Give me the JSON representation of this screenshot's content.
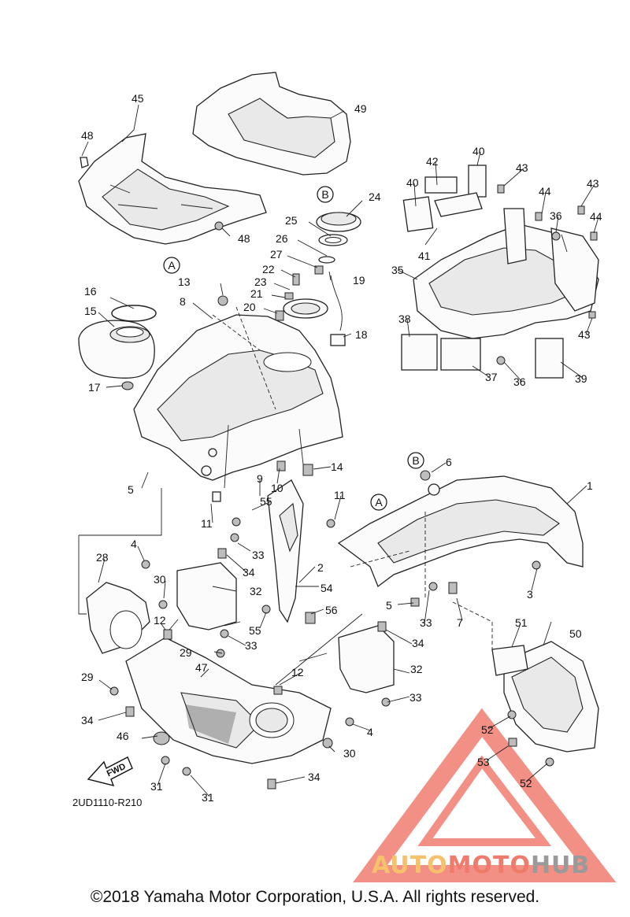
{
  "diagram": {
    "code": "2UD1110-R210",
    "copyright": "©2018 Yamaha Motor Corporation, U.S.A. All rights reserved.",
    "forward_label": "FWD",
    "reference_markers": [
      "A",
      "B"
    ],
    "callouts": {
      "c1": "1",
      "c2": "2",
      "c3": "3",
      "c4a": "4",
      "c4b": "4",
      "c5a": "5",
      "c5b": "5",
      "c6": "6",
      "c7": "7",
      "c8": "8",
      "c9": "9",
      "c10": "10",
      "c11a": "11",
      "c11b": "11",
      "c12a": "12",
      "c12b": "12",
      "c13": "13",
      "c14": "14",
      "c15": "15",
      "c16": "16",
      "c17": "17",
      "c18": "18",
      "c19": "19",
      "c20": "20",
      "c21": "21",
      "c22": "22",
      "c23": "23",
      "c24": "24",
      "c25": "25",
      "c26": "26",
      "c27": "27",
      "c28": "28",
      "c29a": "29",
      "c29b": "29",
      "c30a": "30",
      "c30b": "30",
      "c31a": "31",
      "c31b": "31",
      "c32a": "32",
      "c32b": "32",
      "c33a": "33",
      "c33b": "33",
      "c33c": "33",
      "c33d": "33",
      "c34a": "34",
      "c34b": "34",
      "c34c": "34",
      "c34d": "34",
      "c35": "35",
      "c36a": "36",
      "c36b": "36",
      "c37": "37",
      "c38": "38",
      "c39": "39",
      "c40a": "40",
      "c40b": "40",
      "c41": "41",
      "c42": "42",
      "c43a": "43",
      "c43b": "43",
      "c43c": "43",
      "c44a": "44",
      "c44b": "44",
      "c45": "45",
      "c46": "46",
      "c47": "47",
      "c48a": "48",
      "c48b": "48",
      "c49": "49",
      "c50": "50",
      "c51": "51",
      "c52a": "52",
      "c52b": "52",
      "c53": "53",
      "c54": "54",
      "c55a": "55",
      "c55b": "55",
      "c56": "56"
    }
  },
  "watermark": {
    "part1": "AUTO",
    "part2": "MOTO",
    "part3": "HUB",
    "colors": {
      "auto": "#f5c16c",
      "moto": "#ef7b6d",
      "hub": "#9a9a9a",
      "triangle": "#ef6b5d"
    }
  }
}
